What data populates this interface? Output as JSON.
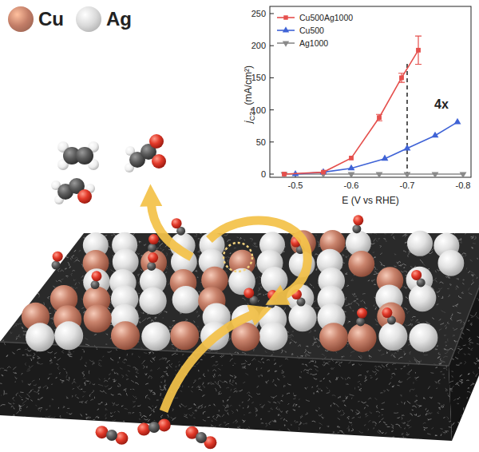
{
  "diagram": {
    "labels": [
      "250",
      "200",
      "150",
      "100",
      "50",
      "0",
      "-0.5",
      "-0.6",
      "-0.7",
      "-0.8",
      "E (V vs RHE)",
      "j",
      "C2+",
      "(mA/cm²)",
      "4x"
    ],
    "legend": [
      {
        "text": "Cu",
        "color": "#c27d67"
      },
      {
        "text": "Ag",
        "color": "#d9d9d9"
      },
      {
        "text": "Cu500Ag1000"
      },
      {
        "text": "Cu500"
      },
      {
        "text": "Ag1000"
      }
    ]
  }
}
